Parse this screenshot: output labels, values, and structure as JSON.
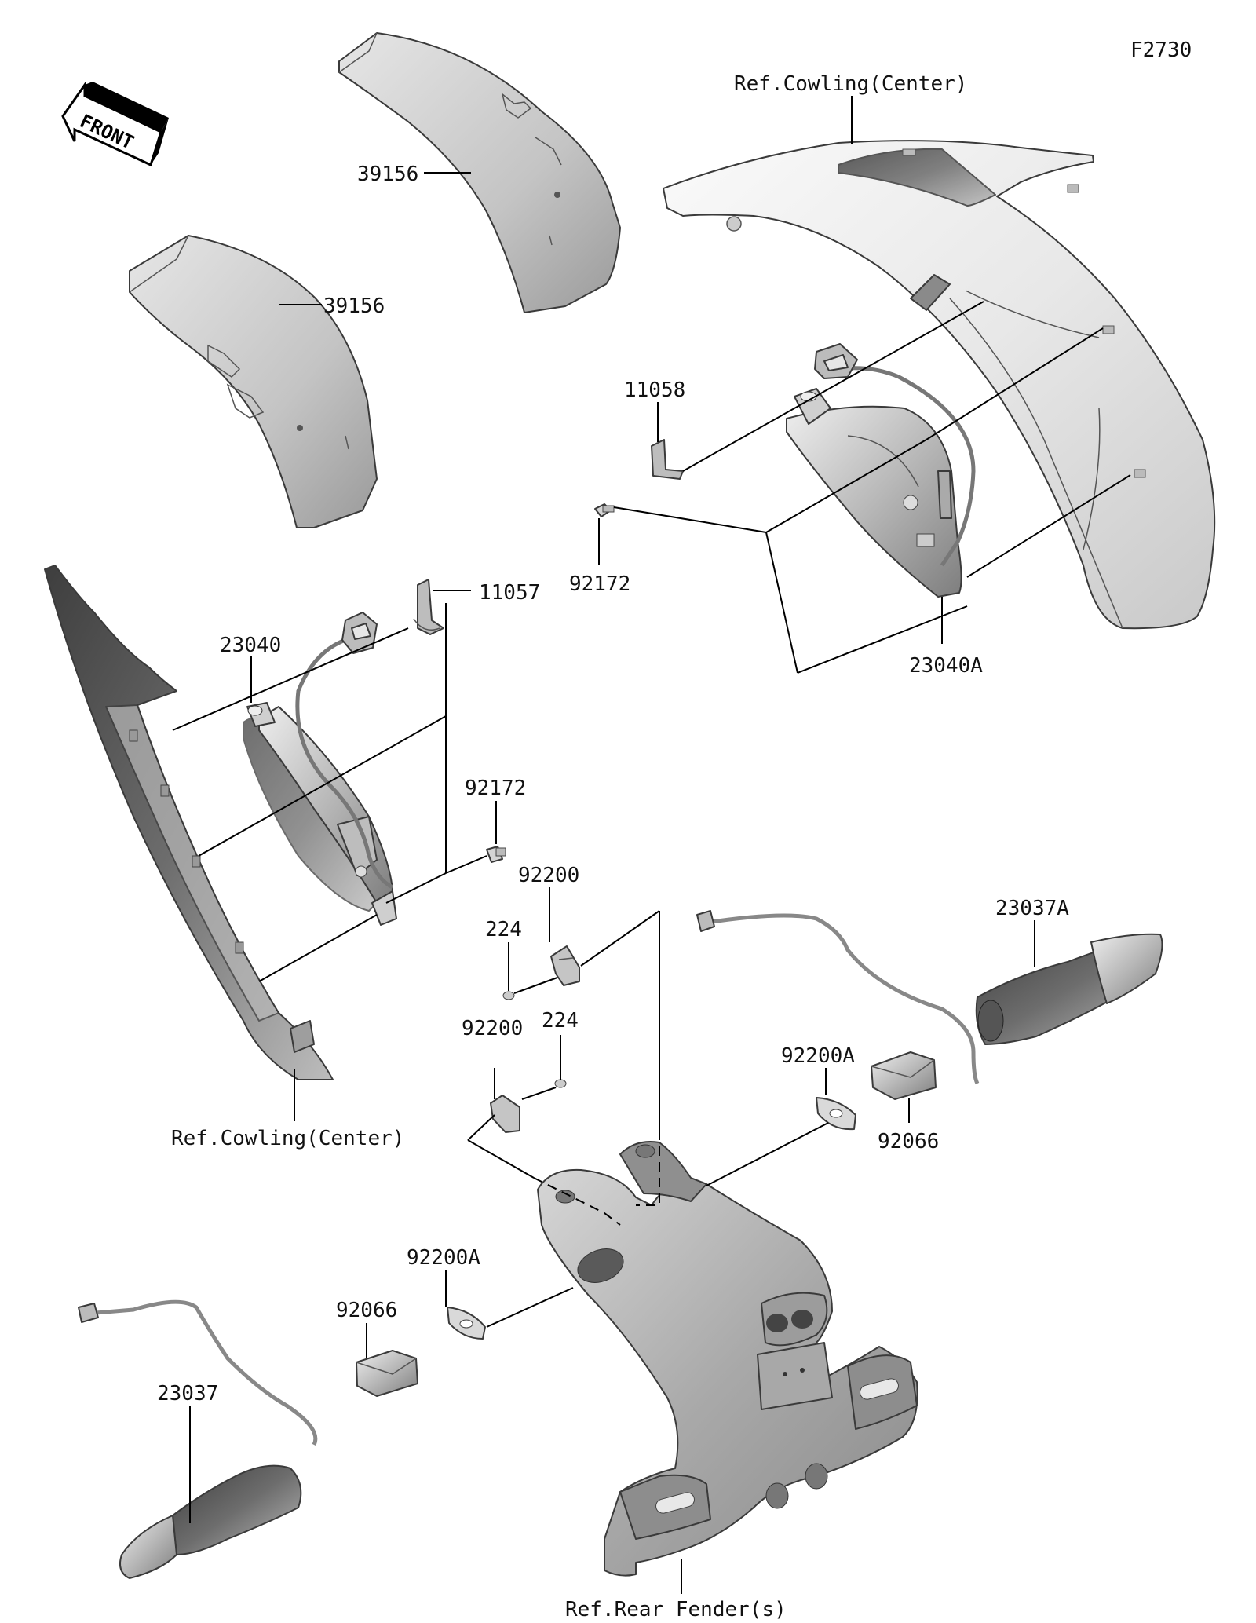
{
  "figure_code": "F2730",
  "front_indicator": "FRONT",
  "labels": {
    "p39156_upper": "39156",
    "p39156_lower": "39156",
    "ref_cowling_top": "Ref.Cowling(Center)",
    "p11058": "11058",
    "p92172_right": "92172",
    "p23040A": "23040A",
    "p11057": "11057",
    "p23040": "23040",
    "p92172_left": "92172",
    "p92200_upper": "92200",
    "p224_upper": "224",
    "p92200_lower": "92200",
    "p224_lower": "224",
    "p23037A": "23037A",
    "p92200A_right": "92200A",
    "p92066_right": "92066",
    "ref_cowling_left": "Ref.Cowling(Center)",
    "p92200A_left": "92200A",
    "p92066_left": "92066",
    "p23037": "23037",
    "ref_rear_fender": "Ref.Rear Fender(s)"
  }
}
